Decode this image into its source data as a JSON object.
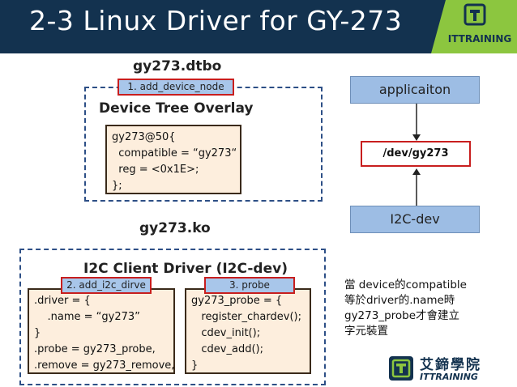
{
  "slide": {
    "title": "2-3 Linux Driver for GY-273",
    "logo_top_text": "ITTRAINING",
    "logo_bottom_cn": "艾鍗學院",
    "logo_bottom_en": "ITTRAINING"
  },
  "left": {
    "dtbo_label": "gy273.dtbo",
    "overlay_title": "Device Tree Overlay",
    "tag1": "1. add_device_node",
    "dt_code": [
      "gy273@50{",
      "  compatible = “gy273“",
      "  reg = <0x1E>;",
      "};"
    ],
    "ko_label": "gy273.ko",
    "client_title": "I2C Client Driver (I2C-dev)",
    "tag2": "2. add_i2c_dirve",
    "tag3": "3. probe",
    "driver_code": [
      ".driver = {",
      "    .name = “gy273”",
      "}",
      ".probe = gy273_probe,",
      ".remove = gy273_remove,"
    ],
    "probe_code": [
      "gy273_probe = {",
      "   register_chardev();",
      "   cdev_init();",
      "   cdev_add();",
      "}"
    ]
  },
  "right": {
    "app": "applicaiton",
    "dev": "/dev/gy273",
    "i2c": "I2C-dev",
    "note": [
      "當 device的compatible",
      "等於driver的.name時",
      "gy273_probe才會建立",
      "字元裝置"
    ]
  },
  "colors": {
    "header": "#13324f",
    "tag_fill": "#a8c6ea",
    "tag_border": "#c81e1e",
    "code_fill": "#fdeedd",
    "dashed": "#2d4f86",
    "blue_box": "#9dbde4",
    "logo_green": "#8cc63f"
  }
}
